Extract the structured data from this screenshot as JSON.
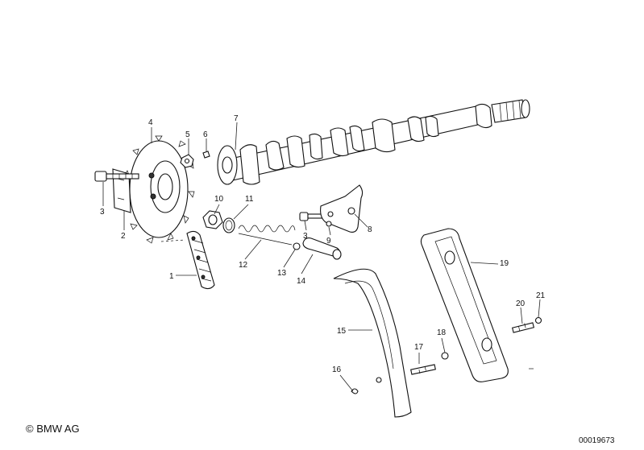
{
  "copyright": "© BMW AG",
  "doc_number": "00019673",
  "part_labels": [
    "1",
    "2",
    "3",
    "3",
    "4",
    "5",
    "6",
    "7",
    "8",
    "9",
    "10",
    "11",
    "12",
    "13",
    "14",
    "15",
    "16",
    "17",
    "18",
    "19",
    "20",
    "21"
  ],
  "colors": {
    "line": "#111111",
    "background": "#ffffff"
  }
}
